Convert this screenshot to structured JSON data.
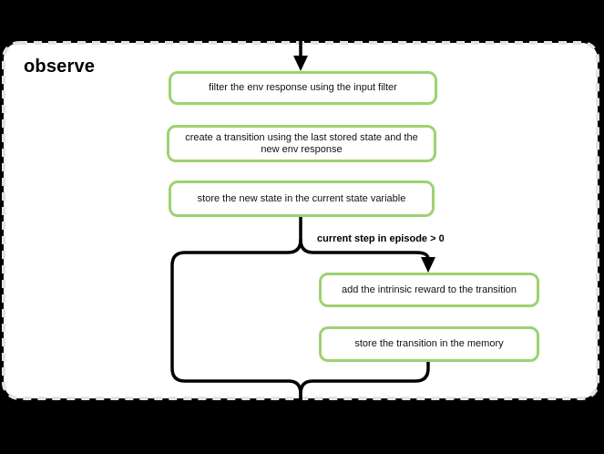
{
  "diagram": {
    "title": "observe",
    "nodes": [
      {
        "id": "filter-env-response",
        "label": "filter the env response using the input filter"
      },
      {
        "id": "create-transition",
        "label": "create a transition using the last stored state and the new env response"
      },
      {
        "id": "store-new-state",
        "label": "store the new state in the current state variable"
      },
      {
        "id": "add-intrinsic-reward",
        "label": "add the intrinsic reward to the transition"
      },
      {
        "id": "store-transition",
        "label": "store the transition in the memory"
      }
    ],
    "edge_label": "current step in episode > 0",
    "colors": {
      "background": "#000000",
      "panel": "#ffffff",
      "panel_border": "#e3e3e3",
      "node_border": "#9ed170",
      "node_text": "#111111",
      "connector": "#000000"
    }
  }
}
